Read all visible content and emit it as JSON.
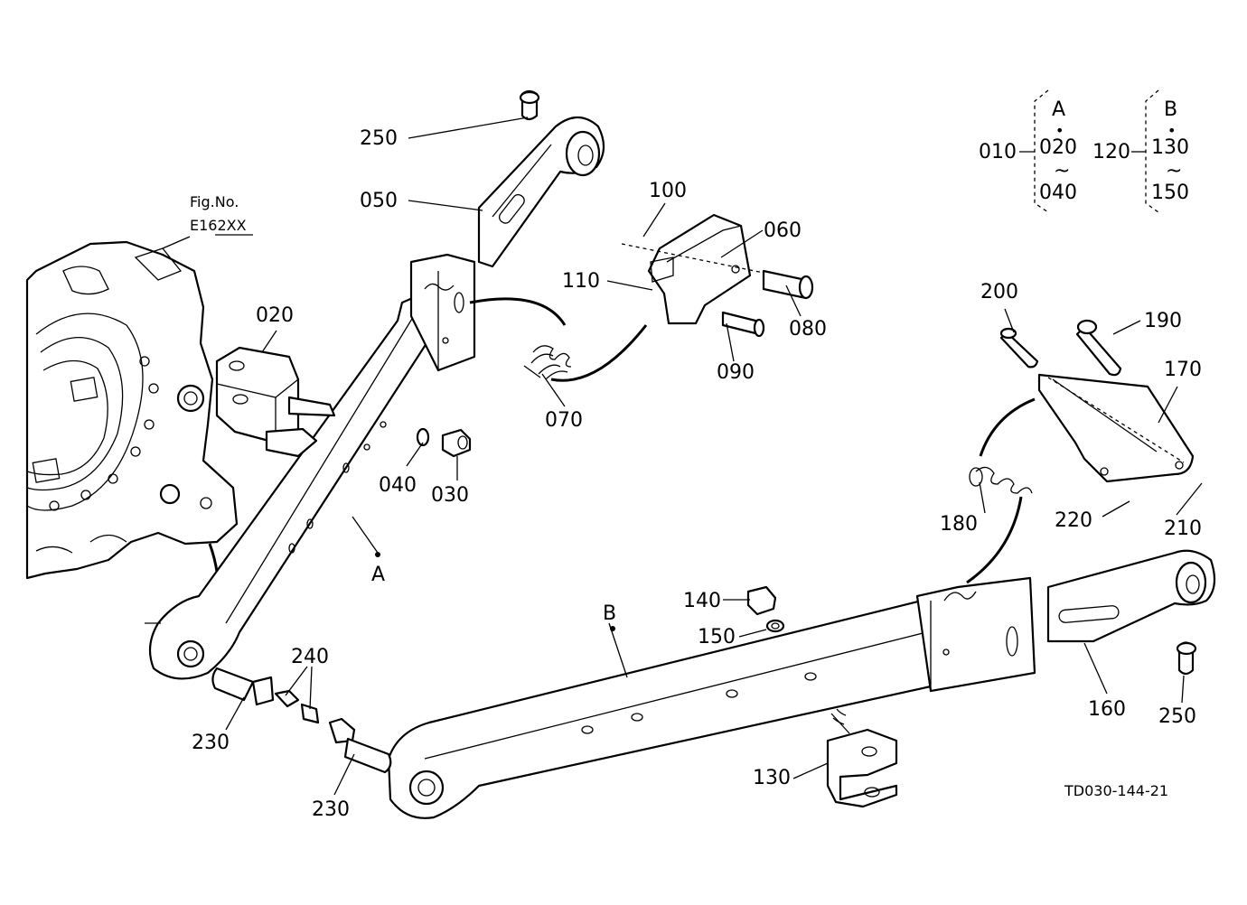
{
  "fig_ref": {
    "label": "Fig.No.",
    "number": "E162XX"
  },
  "drawing_code": "TD030-144-21",
  "assemblies": [
    {
      "ref": "010",
      "group": "A",
      "from": "020",
      "tilde": "~",
      "to": "040",
      "dot": "•"
    },
    {
      "ref": "120",
      "group": "B",
      "from": "130",
      "tilde": "~",
      "to": "150",
      "dot": "•"
    }
  ],
  "assembly_marks": {
    "a": "A",
    "b": "B"
  },
  "callouts": {
    "p250_top": "250",
    "p050": "050",
    "p100": "100",
    "p060": "060",
    "p110": "110",
    "p080": "080",
    "p090": "090",
    "p070": "070",
    "p020": "020",
    "p040": "040",
    "p030": "030",
    "p200": "200",
    "p190": "190",
    "p170": "170",
    "p180": "180",
    "p220": "220",
    "p210": "210",
    "p140": "140",
    "p150": "150",
    "p160": "160",
    "p250_bottom": "250",
    "p240": "240",
    "p230_left": "230",
    "p230_right": "230",
    "p130": "130"
  }
}
